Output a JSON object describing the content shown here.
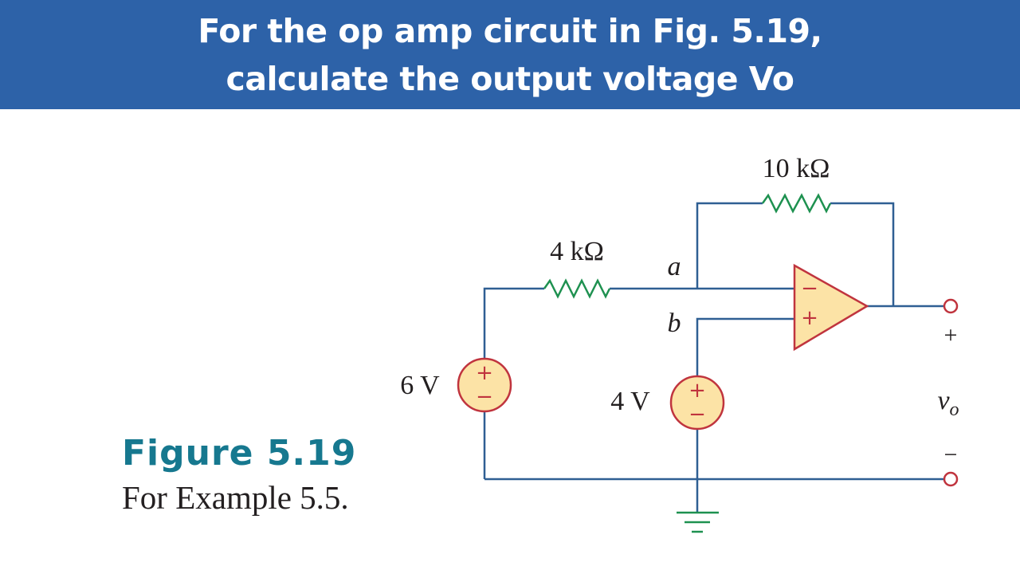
{
  "header": {
    "line1": "For the op amp circuit in Fig. 5.19,",
    "line2": "calculate the output voltage Vo"
  },
  "caption": {
    "title": "Figure 5.19",
    "subtitle": "For Example 5.5."
  },
  "circuit": {
    "resistor_input": {
      "label": "4 kΩ",
      "value_kohm": 4
    },
    "resistor_feedback": {
      "label": "10 kΩ",
      "value_kohm": 10
    },
    "source_left": {
      "label": "6 V",
      "value_v": 6,
      "plus": "+",
      "minus": "−"
    },
    "source_right": {
      "label": "4 V",
      "value_v": 4,
      "plus": "+",
      "minus": "−"
    },
    "node_a": "a",
    "node_b": "b",
    "opamp": {
      "inverting": "−",
      "noninverting": "+"
    },
    "output": {
      "label": "v",
      "subscript": "o",
      "plus": "+",
      "minus": "−"
    }
  },
  "colors": {
    "header_bg": "#2D62A8",
    "wire": "#2F5F93",
    "resistor": "#1E9150",
    "component_stroke": "#C0343E",
    "component_fill": "#FCE3A6",
    "caption_title": "#16788F",
    "ground": "#1E9150"
  }
}
